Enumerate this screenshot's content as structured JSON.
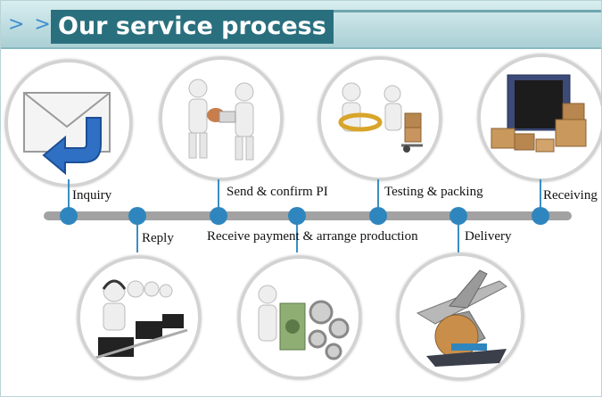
{
  "header": {
    "title": "Our service process",
    "chevrons": "> >"
  },
  "steps": [
    {
      "id": "inquiry",
      "label": "Inquiry"
    },
    {
      "id": "reply",
      "label": "Reply"
    },
    {
      "id": "send",
      "label": "Send & confirm PI"
    },
    {
      "id": "payment",
      "label": "Receive payment & arrange production"
    },
    {
      "id": "testing",
      "label": "Testing & packing"
    },
    {
      "id": "delivery",
      "label": "Delivery"
    },
    {
      "id": "receiving",
      "label": "Receiving"
    }
  ],
  "colors": {
    "accent": "#2f86be",
    "title_bg": "#2a6f7e",
    "timeline": "#a2a2a2"
  }
}
